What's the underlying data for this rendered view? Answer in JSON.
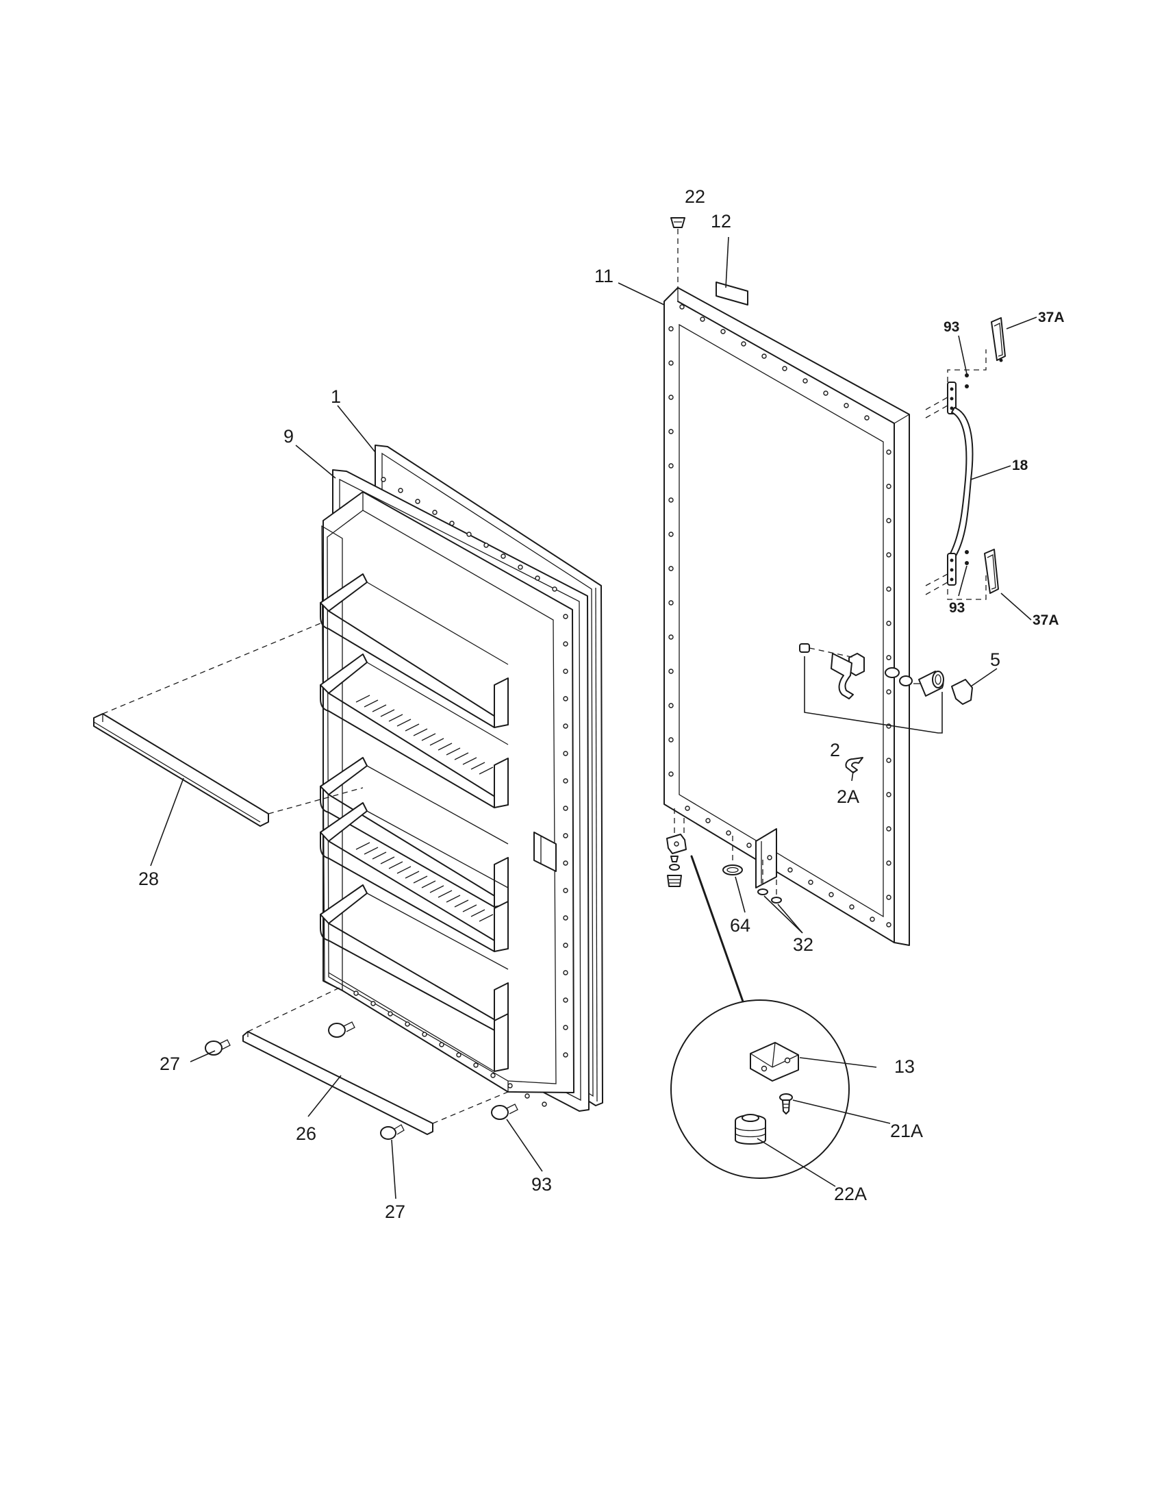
{
  "callouts": {
    "c1": "1",
    "c9": "9",
    "c28": "28",
    "c27a": "27",
    "c27b": "27",
    "c26": "26",
    "c93a": "93",
    "c22": "22",
    "c12": "12",
    "c11": "11",
    "c93b": "93",
    "c37a_top": "37A",
    "c18": "18",
    "c93c": "93",
    "c37a_bot": "37A",
    "c5": "5",
    "c2": "2",
    "c2a": "2A",
    "c64": "64",
    "c32": "32",
    "c13": "13",
    "c21a": "21A",
    "c22a": "22A"
  }
}
